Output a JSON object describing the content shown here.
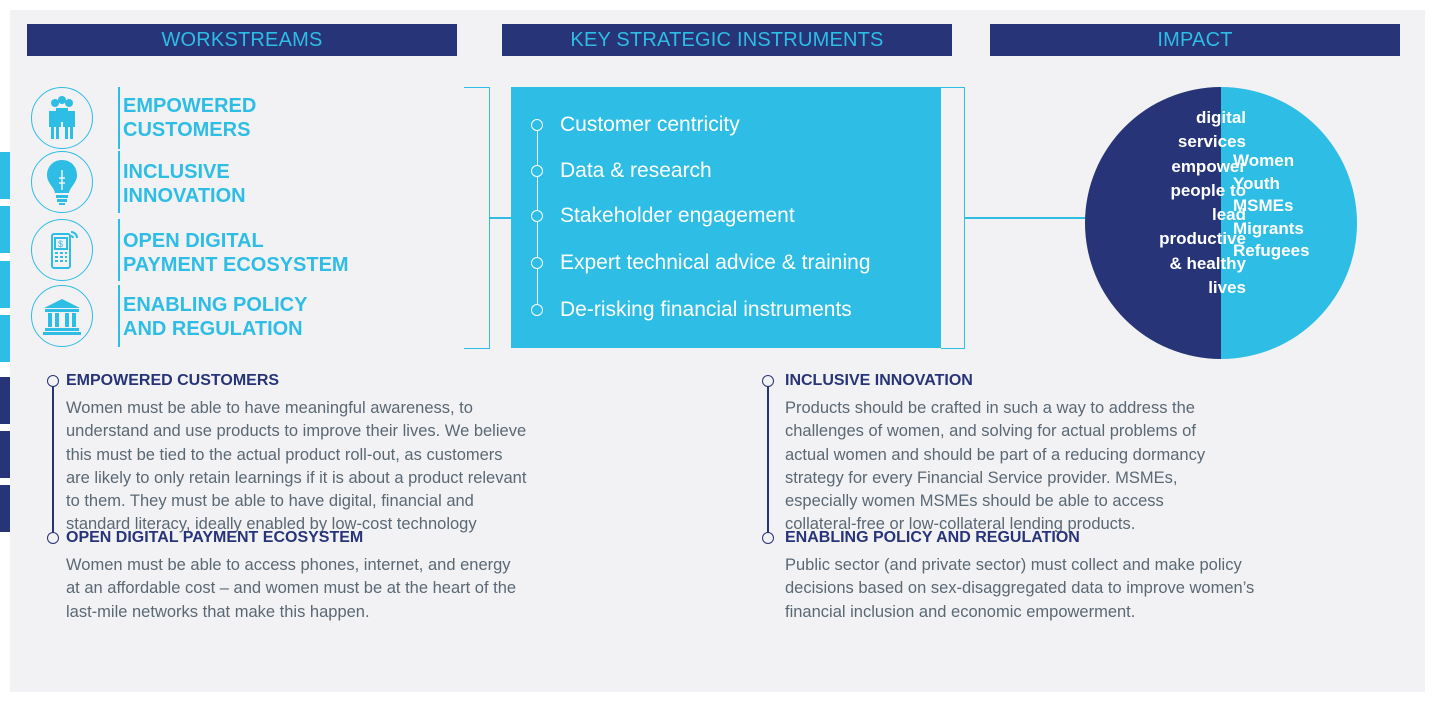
{
  "headers": {
    "workstreams": "WORKSTREAMS",
    "instruments": "KEY STRATEGIC INSTRUMENTS",
    "impact": "IMPACT"
  },
  "workstreams": [
    {
      "line1": "EMPOWERED",
      "line2": "CUSTOMERS",
      "icon": "people-group-icon"
    },
    {
      "line1": "INCLUSIVE",
      "line2": "INNOVATION",
      "icon": "light-bulb-icon"
    },
    {
      "line1": "OPEN DIGITAL",
      "line2": "PAYMENT ECOSYSTEM",
      "icon": "mobile-phone-icon"
    },
    {
      "line1": "ENABLING POLICY",
      "line2": "AND REGULATION",
      "icon": "bank-building-icon"
    }
  ],
  "instruments": [
    "Customer centricity",
    "Data & research",
    "Stakeholder engagement",
    "Expert technical advice & training",
    "De-risking financial instruments"
  ],
  "impact": {
    "left_lines": [
      "digital",
      "services",
      "empower",
      "people to",
      "lead",
      "productive",
      "& healthy",
      "lives"
    ],
    "right_items": [
      "Women",
      "Youth",
      "MSMEs",
      "Migrants",
      "Refugees"
    ]
  },
  "details": [
    {
      "title": "EMPOWERED CUSTOMERS",
      "lines": [
        "Women must be able to have meaningful awareness, to",
        "understand and use products to improve their lives. We believe",
        "this must be tied to the actual product roll-out, as customers",
        "are likely to only retain learnings if it is about a product relevant",
        "to them. They must be able to have digital, financial and",
        "standard literacy, ideally enabled by low-cost technology"
      ]
    },
    {
      "title": "INCLUSIVE INNOVATION",
      "lines": [
        "Products should be crafted in such a way to address the",
        "challenges of women, and solving for actual problems of",
        "actual women and should be part of a reducing dormancy",
        "strategy for every Financial Service provider. MSMEs,",
        "especially women MSMEs should be able to access",
        "collateral-free or low-collateral lending products."
      ]
    },
    {
      "title": "OPEN DIGITAL PAYMENT ECOSYSTEM",
      "lines": [
        "Women must be able to access phones, internet, and energy",
        "at an affordable cost – and women must be at the heart of the",
        "last-mile networks that make this happen."
      ]
    },
    {
      "title": "ENABLING POLICY AND REGULATION",
      "lines": [
        "Public sector (and private sector) must collect and make policy",
        "decisions based on sex-disaggregated data to improve women’s",
        "financial inclusion and economic empowerment."
      ]
    }
  ],
  "colors": {
    "navy": "#273477",
    "cyan": "#2ebde5",
    "background": "#f2f2f4",
    "body_text": "#5a6874"
  }
}
